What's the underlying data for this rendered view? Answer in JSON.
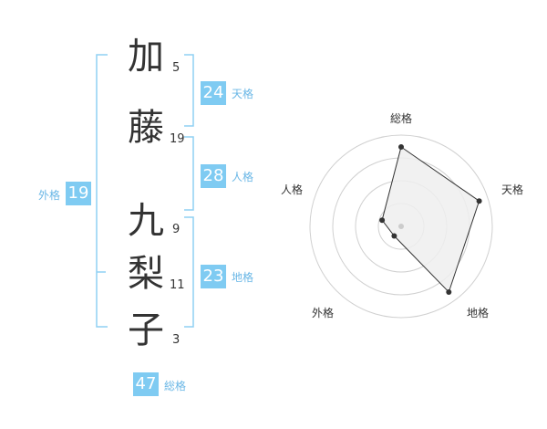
{
  "name_chars": [
    {
      "char": "加",
      "strokes": "5"
    },
    {
      "char": "藤",
      "strokes": "19"
    },
    {
      "char": "九",
      "strokes": "9"
    },
    {
      "char": "梨",
      "strokes": "11"
    },
    {
      "char": "子",
      "strokes": "3"
    }
  ],
  "kaku": {
    "tenkaku": {
      "value": "24",
      "label": "天格"
    },
    "jinkaku": {
      "value": "28",
      "label": "人格"
    },
    "chikaku": {
      "value": "23",
      "label": "地格"
    },
    "gaikaku": {
      "value": "19",
      "label": "外格"
    },
    "soukaku": {
      "value": "47",
      "label": "総格"
    }
  },
  "colors": {
    "accent": "#7fcbf2",
    "bracket": "#8fd0f4",
    "label": "#6ab7e6",
    "text": "#333333",
    "grid": "#d0d0d0",
    "fill": "#eeeeee",
    "line": "#333333"
  },
  "chart_data": {
    "type": "radar",
    "axes": [
      "総格",
      "天格",
      "地格",
      "外格",
      "人格"
    ],
    "values": [
      0.87,
      0.9,
      0.89,
      0.13,
      0.22
    ],
    "rlim": [
      0,
      1
    ],
    "rings": 4,
    "grid": true
  }
}
